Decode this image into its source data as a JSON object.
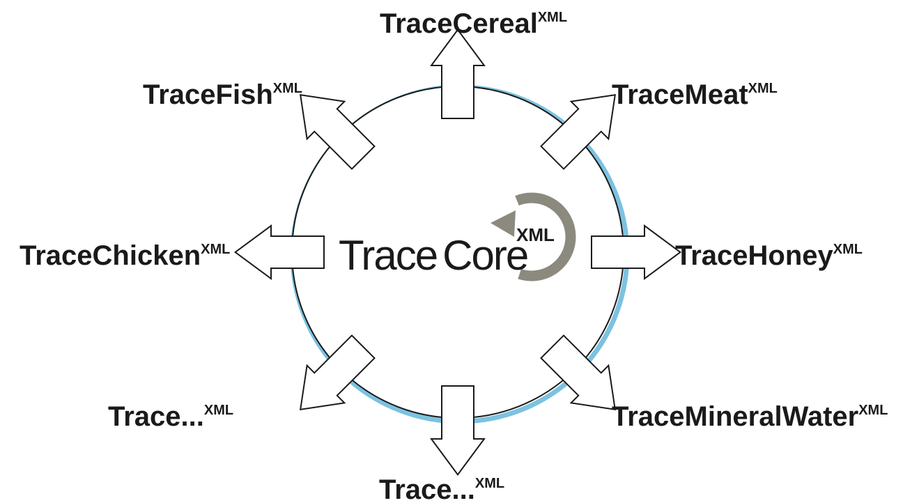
{
  "core": {
    "word1": "Trace",
    "word2": "Core",
    "suffix": "XML"
  },
  "modules": [
    {
      "name": "TraceCereal",
      "suffix": "XML"
    },
    {
      "name": "TraceMeat",
      "suffix": "XML"
    },
    {
      "name": "TraceHoney",
      "suffix": "XML"
    },
    {
      "name": "TraceMineralWater",
      "suffix": "XML"
    },
    {
      "name": "Trace...",
      "suffix": "XML"
    },
    {
      "name": "Trace...",
      "suffix": "XML"
    },
    {
      "name": "TraceChicken",
      "suffix": "XML"
    },
    {
      "name": "TraceFish",
      "suffix": "XML"
    }
  ],
  "colors": {
    "ring_outer": "#7cc2e0",
    "ring_inner": "#1a1a1a",
    "cycle_arrow": "#8c8a7e",
    "arrow_fill": "#ffffff",
    "arrow_stroke": "#1a1a1a"
  }
}
